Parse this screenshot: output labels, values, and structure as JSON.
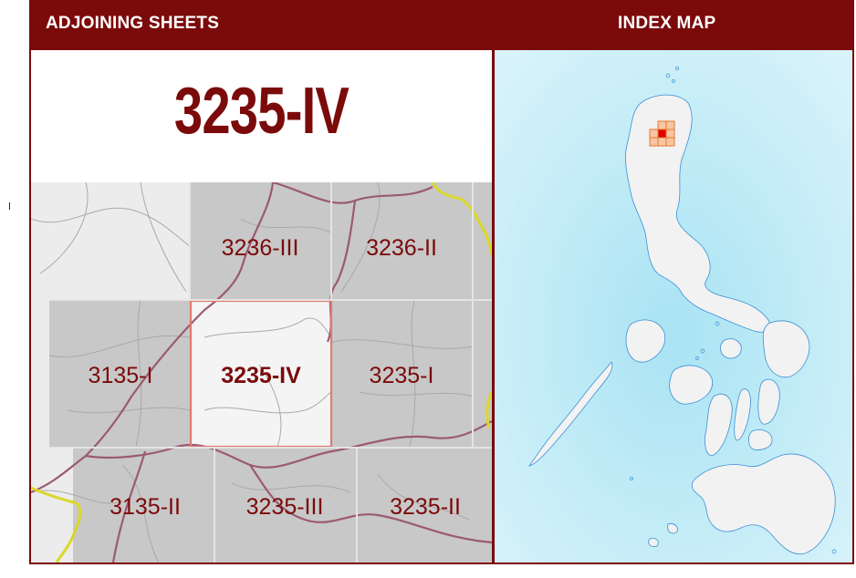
{
  "header": {
    "left_title": "ADJOINING SHEETS",
    "right_title": "INDEX MAP"
  },
  "current_sheet": "3235-IV",
  "adjoining_sheets": {
    "north": "3236-III",
    "northeast": "3236-II",
    "west": "3135-I",
    "center": "3235-IV",
    "east": "3235-I",
    "southwest": "3135-II",
    "south": "3235-III",
    "southeast": "3235-II"
  },
  "colors": {
    "brand": "#7b0a0a",
    "sheet_fill": "#c8c8c8",
    "current_fill": "#f4f4f4",
    "current_outline": "#e07a70",
    "boundary_line": "#9b5a72",
    "province_line": "#d9d82a",
    "sea": "#c9eef7",
    "land": "#f2f2f2",
    "index_grid": "#e8742c",
    "index_marker": "#e00000"
  }
}
